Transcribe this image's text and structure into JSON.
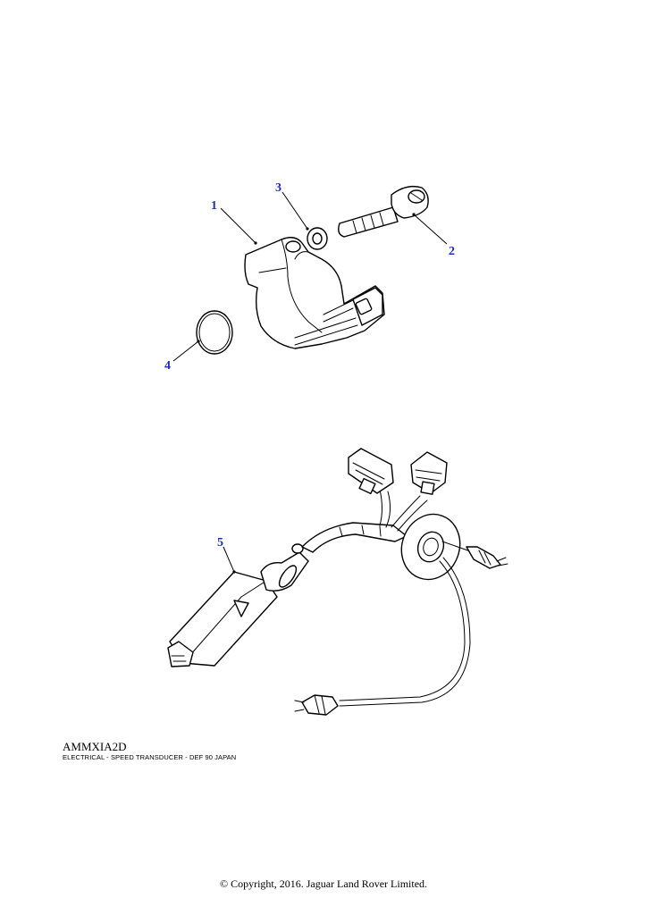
{
  "callouts": [
    {
      "label": "1"
    },
    {
      "label": "2"
    },
    {
      "label": "3"
    },
    {
      "label": "4"
    },
    {
      "label": "5"
    }
  ],
  "illustration_code": "AMMXIA2D",
  "caption": "ELECTRICAL - SPEED TRANSDUCER - DEF 90 JAPAN",
  "copyright": "© Copyright, 2016. Jaguar Land Rover Limited.",
  "colors": {
    "callout": "#1a2fb8",
    "line": "#000000",
    "background": "#ffffff"
  }
}
